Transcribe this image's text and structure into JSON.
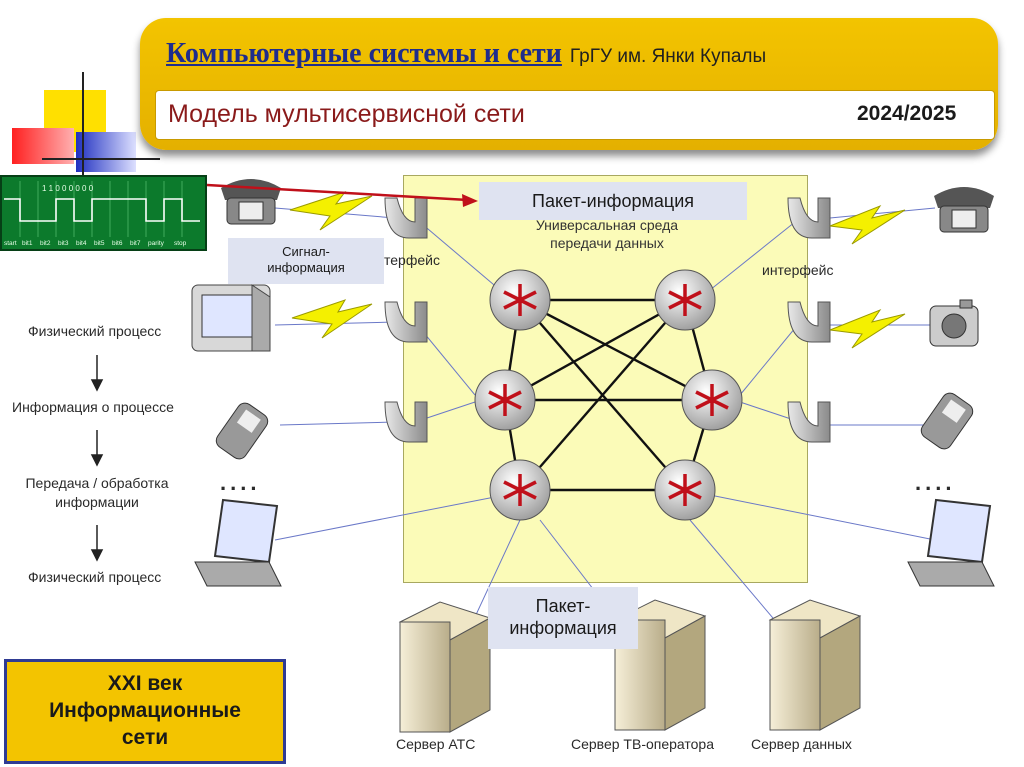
{
  "header": {
    "title": "Компьютерные системы и сети",
    "university": "ГрГУ им. Янки Купалы",
    "subtitle": "Модель мультисервисной сети",
    "year": "2024/2025"
  },
  "labels": {
    "packet_top": "Пакет-информация",
    "signal": "Сигнал-\nинформация",
    "packet_bottom": "Пакет-\nинформация",
    "medium": "Универсальная среда\nпередачи данных",
    "interface_left": "терфейс",
    "interface_right": "интерфейс",
    "dots": "...."
  },
  "signal_bits": [
    "start",
    "bit1",
    "bit2",
    "bit3",
    "bit4",
    "bit5",
    "bit6",
    "bit7",
    "parity",
    "stop"
  ],
  "signal_values": "1 1 0 0 0 0 0 0",
  "process_steps": [
    "Физический процесс",
    "Информация о процессе",
    "Передача / обработка\nинформации",
    "Физический процесс"
  ],
  "servers": [
    "Сервер АТС",
    "Сервер ТВ-оператора",
    "Сервер данных"
  ],
  "footer": {
    "line1": "XXI век",
    "line2": "Информационные",
    "line3": "сети"
  },
  "colors": {
    "banner": "#f3c400",
    "title": "#1f2d8c",
    "subtitle": "#8a1a1a",
    "network_area": "#fbfbb8",
    "label_box": "#dfe3f1",
    "arrow": "#c0101a",
    "signal_bg": "#0c7a2c"
  }
}
